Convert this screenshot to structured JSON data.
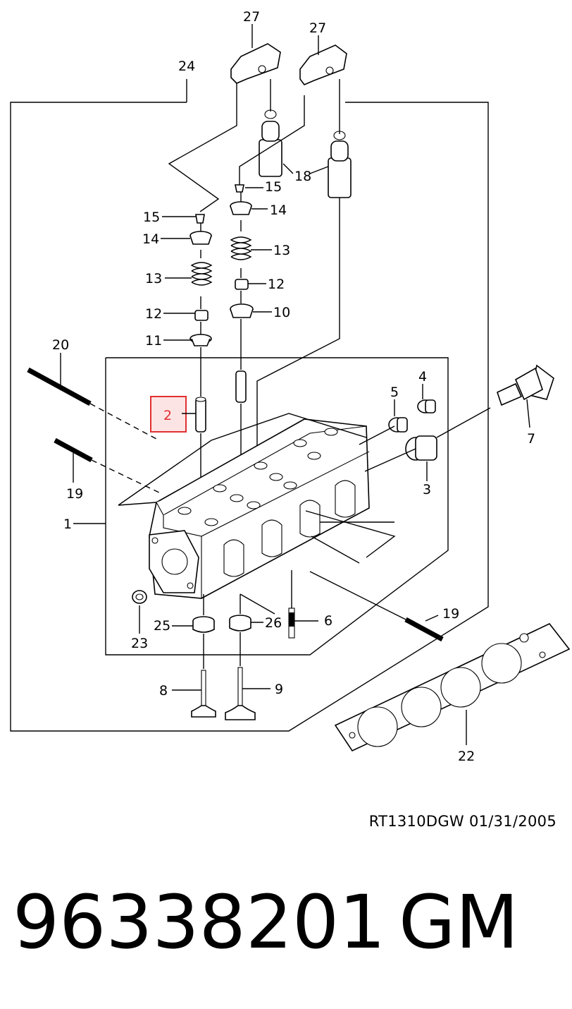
{
  "diagram": {
    "labels": {
      "l27a": "27",
      "l27b": "27",
      "l24": "24",
      "l18": "18",
      "l15a": "15",
      "l15b": "15",
      "l14a": "14",
      "l14b": "14",
      "l13a": "13",
      "l13b": "13",
      "l12a": "12",
      "l12b": "12",
      "l11": "11",
      "l10": "10",
      "l20": "20",
      "l2": "2",
      "l5": "5",
      "l4": "4",
      "l7": "7",
      "l3": "3",
      "l19a": "19",
      "l19b": "19",
      "l1": "1",
      "l25": "25",
      "l26": "26",
      "l6": "6",
      "l23": "23",
      "l8": "8",
      "l9": "9",
      "l22": "22"
    },
    "highlight_color": "#e03030"
  },
  "ref_code": "RT1310DGW  01/31/2005",
  "part_number": "96338201",
  "brand": "GM"
}
